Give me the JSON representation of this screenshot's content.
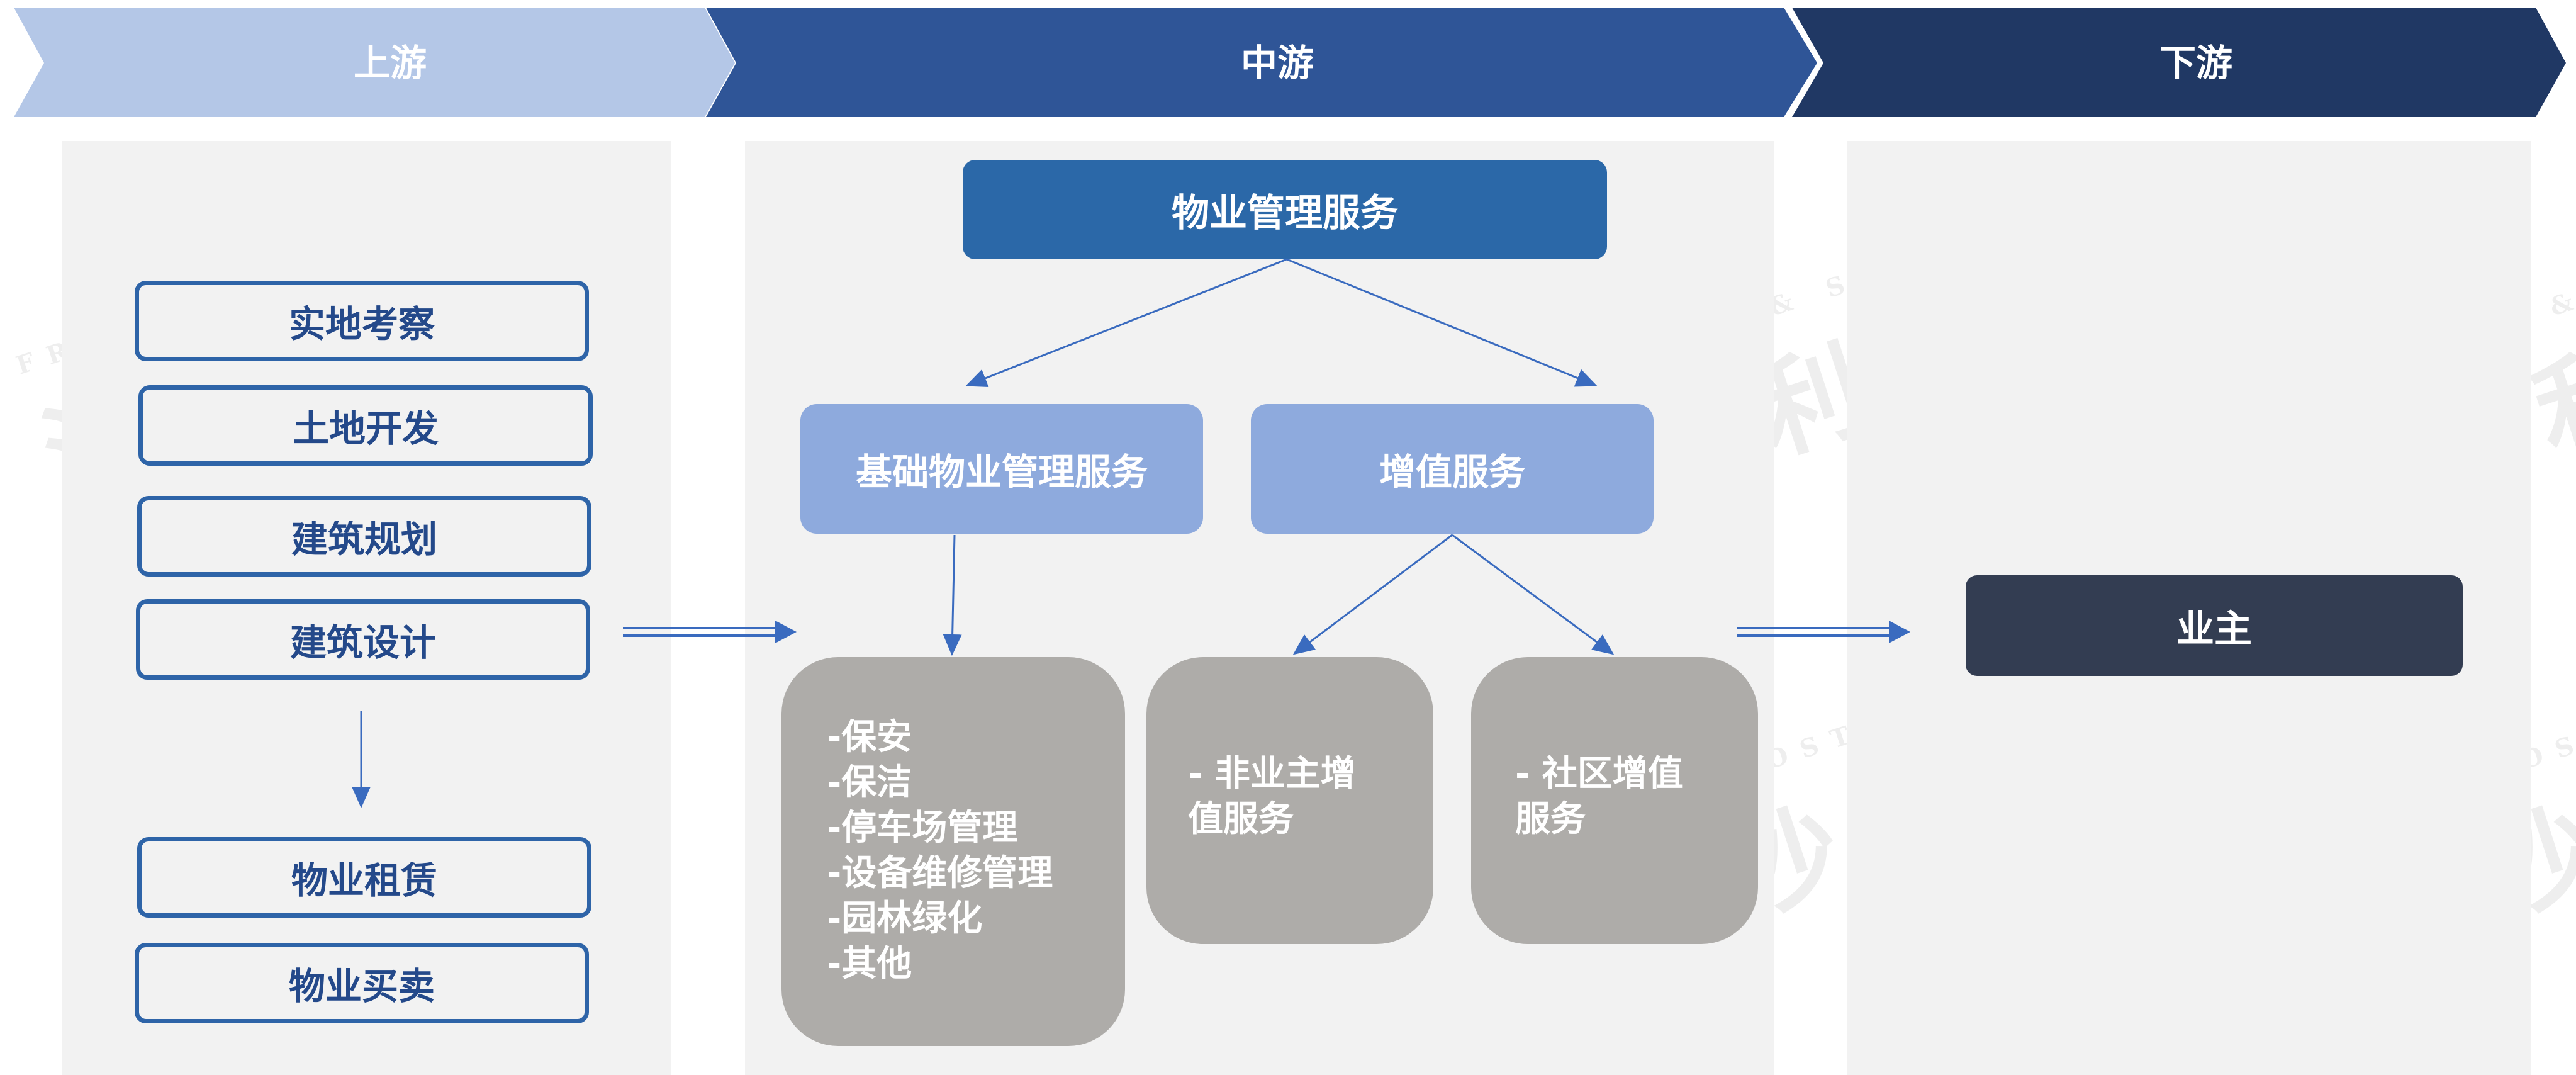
{
  "stages": {
    "upstream": "上游",
    "midstream": "中游",
    "downstream": "下游"
  },
  "upstream": {
    "items": [
      "实地考察",
      "土地开发",
      "建筑规划",
      "建筑设计"
    ],
    "items_after": [
      "物业租赁",
      "物业买卖"
    ]
  },
  "midstream": {
    "top": "物业管理服务",
    "basic": "基础物业管理服务",
    "value_added": "增值服务",
    "basic_details": [
      "-保安",
      "-保洁",
      "-停车场管理",
      "-设备维修管理",
      "-园林绿化",
      "-其他"
    ],
    "non_owner_lines": [
      "- 非业主增",
      "值服务"
    ],
    "community_lines": [
      "- 社区增值",
      "服务"
    ]
  },
  "downstream": {
    "owner": "业主"
  },
  "watermark": {
    "en": "FROST & SULLIVAN",
    "zh": "沙利文"
  },
  "colors": {
    "upstream_chevron": "#b4c7e7",
    "midstream_chevron": "#2f5597",
    "downstream_chevron": "#203864",
    "arrow": "#3a6bbf"
  }
}
